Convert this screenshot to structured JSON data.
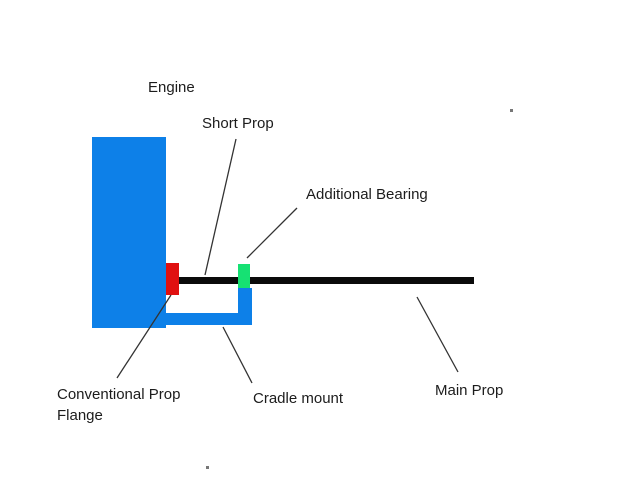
{
  "diagram": {
    "labels": {
      "engine": "Engine",
      "short_prop": "Short Prop",
      "additional_bearing": "Additional Bearing",
      "conventional_prop_flange_line1": "Conventional Prop",
      "conventional_prop_flange_line2": "Flange",
      "cradle_mount": "Cradle mount",
      "main_prop": "Main Prop"
    },
    "colors": {
      "engine_blue": "#0d80e8",
      "cradle_blue": "#0d80e8",
      "flange_red": "#e01010",
      "bearing_green": "#16e173",
      "prop_black": "#0a0a0a",
      "leader_line": "#333333",
      "stray_dot": "#777777",
      "background": "#ffffff",
      "text": "#1c1c1c"
    }
  }
}
